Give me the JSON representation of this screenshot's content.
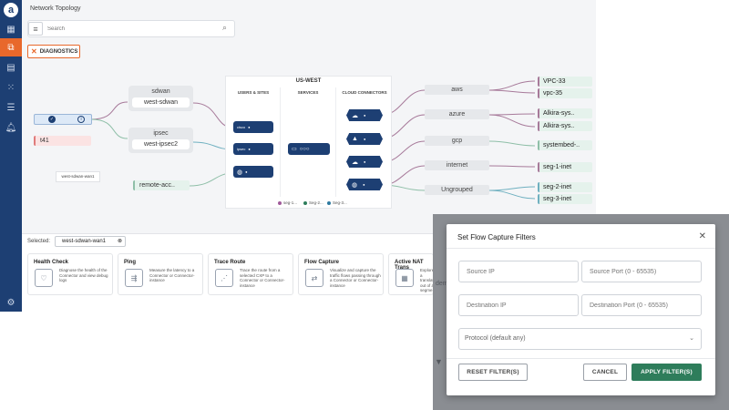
{
  "app": {
    "logo": "a",
    "title": "Network Topology",
    "search_placeholder": "Search",
    "diagnostics_label": "DIAGNOSTICS",
    "nav_icons": [
      "dashboard-icon",
      "topology-icon",
      "document-icon",
      "grid-icon",
      "sliders-icon",
      "bell-icon",
      "settings-icon"
    ]
  },
  "topology": {
    "sites": [
      {
        "header": "sdwan",
        "value": "west-sdwan"
      },
      {
        "header": "ipsec",
        "value": "west-ipsec2"
      }
    ],
    "left_pills": {
      "t41": "t41",
      "remote": "remote-acc..",
      "wan_label": "west-sdwan-wan1"
    },
    "region": {
      "title": "US-WEST",
      "columns": [
        "USERS & SITES",
        "SERVICES",
        "CLOUD CONNECTORS"
      ],
      "user_chips": [
        "cisco",
        "ipsec",
        ""
      ],
      "legend": [
        "seg-1...",
        "Seg-2...",
        "Seg-3..."
      ]
    },
    "categories": [
      "aws",
      "azure",
      "gcp",
      "internet",
      "Ungrouped"
    ],
    "targets": [
      "VPC-33",
      "vpc-35",
      "Alkira-sys..",
      "Alkira-sys..",
      "systembed-..",
      "seg-1-inet",
      "seg-2-inet",
      "seg-3-inet"
    ]
  },
  "selected": {
    "label": "Selected:",
    "chip": "west-sdwan-wan1"
  },
  "tools": [
    {
      "title": "Health Check",
      "desc": "Diagnose the health of the Connector and view debug logs"
    },
    {
      "title": "Ping",
      "desc": "Measure the latency to a Connector or Connector-instance"
    },
    {
      "title": "Trace Route",
      "desc": "Trace the route from a selected CXP to a Connector or Connector-instance"
    },
    {
      "title": "Flow Capture",
      "desc": "Visualize and capture the traffic flows passing through a Connector or Connector-instance"
    },
    {
      "title": "Active NAT Trans",
      "desc": "Explore a translat... out of a segme..."
    }
  ],
  "modal": {
    "title": "Set Flow Capture Filters",
    "source_ip": "Source IP",
    "source_port": "Source Port (0 - 65535)",
    "dest_ip": "Destination IP",
    "dest_port": "Destination Port (0 - 65535)",
    "protocol": "Protocol (default any)",
    "reset": "RESET FILTER(S)",
    "cancel": "CANCEL",
    "apply": "APPLY FILTER(S)"
  },
  "background_ghost": {
    "x_label": "X",
    "dem": "dem"
  },
  "colors": {
    "navy": "#1d3f73",
    "accent": "#e8682b",
    "green": "#2e7d5b"
  }
}
